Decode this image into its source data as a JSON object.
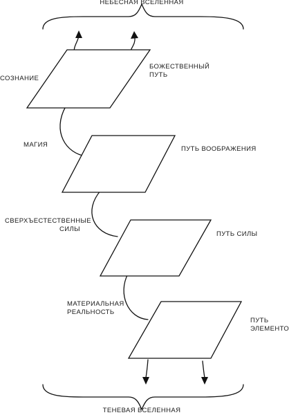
{
  "diagram": {
    "top_universe": "НЕБЕСНАЯ ВСЕЛЕННАЯ",
    "bottom_universe": "ТЕНЕВАЯ ВСЕЛЕННАЯ",
    "paths": [
      {
        "lines": [
          "БОЖЕСТВЕННЫЙ",
          "ПУТЬ"
        ]
      },
      {
        "lines": [
          "ПУТЬ ВООБРАЖЕНИЯ"
        ]
      },
      {
        "lines": [
          "ПУТЬ СИЛЫ"
        ]
      },
      {
        "lines": [
          "ПУТЬ",
          "ЭЛЕМЕНТОВ"
        ]
      }
    ],
    "connectors": [
      {
        "lines": [
          "СОЗНАНИЕ"
        ]
      },
      {
        "lines": [
          "МАГИЯ"
        ]
      },
      {
        "lines": [
          "СВЕРХЪЕСТЕСТВЕННЫЕ",
          "СИЛЫ"
        ]
      },
      {
        "lines": [
          "МАТЕРИАЛЬНАЯ",
          "РЕАЛЬНОСТЬ"
        ]
      }
    ]
  }
}
